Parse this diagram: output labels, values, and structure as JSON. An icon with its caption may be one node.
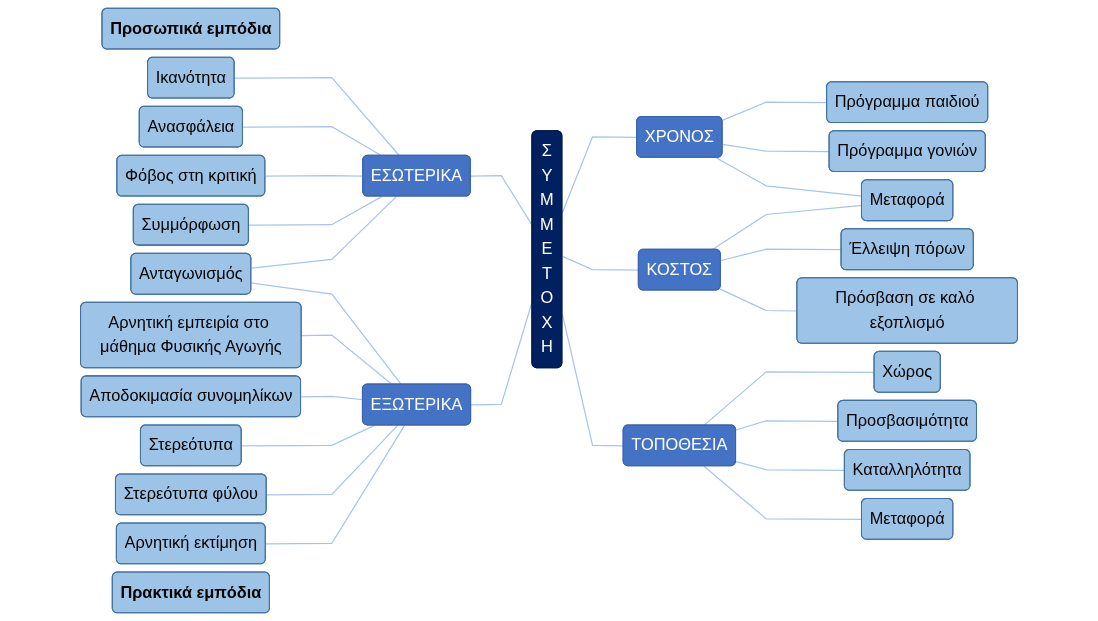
{
  "diagram": {
    "nodes": [
      {
        "text": [
          "Προσωπικά εμπόδια"
        ]
      },
      {
        "text": [
          "Ικανότητα"
        ]
      },
      {
        "text": [
          "Ανασφάλεια"
        ]
      },
      {
        "text": [
          "Φόβος στη κριτική"
        ]
      },
      {
        "text": [
          "Συμμόρφωση"
        ]
      },
      {
        "text": [
          "Ανταγωνισμός"
        ]
      },
      {
        "text": [
          "Αρνητική εμπειρία στο μάθημα Φυσικής Αγωγής"
        ]
      },
      {
        "text": [
          "Αποδοκιμασία συνομηλίκων"
        ]
      },
      {
        "text": [
          "Στερεότυπα"
        ]
      },
      {
        "text": [
          "Στερεότυπα φύλου"
        ]
      },
      {
        "text": [
          "Αρνητική εκτίμηση"
        ]
      },
      {
        "text": [
          "ΕΣΩΤΕΡΙΚΑ"
        ]
      },
      {
        "text": [
          "ΕΞΩΤΕΡΙΚΑ"
        ]
      },
      {
        "text": [
          "Σ Υ Μ Μ Ε Τ Ο Χ Η"
        ]
      },
      {
        "text": [
          "ΧΡΟΝΟΣ"
        ]
      },
      {
        "text": [
          "ΚΟΣΤΟΣ"
        ]
      },
      {
        "text": [
          "ΤΟΠΟΘΕΣΙΑ"
        ]
      },
      {
        "text": [
          "Πρακτικά εμπόδια"
        ]
      },
      {
        "text": [
          "Πρόγραμμα παιδιού"
        ]
      },
      {
        "text": [
          "Πρόγραμμα γονιών"
        ]
      },
      {
        "text": [
          "Μεταφορά"
        ]
      },
      {
        "text": [
          "Έλλειψη πόρων"
        ]
      },
      {
        "text": [
          "Πρόσβαση σε καλό εξοπλισμό"
        ]
      },
      {
        "text": [
          "Χώρος"
        ]
      },
      {
        "text": [
          "Προσβασιμότητα"
        ]
      },
      {
        "text": [
          "Καταλληλότητα"
        ]
      },
      {
        "text": [
          "Μεταφορά"
        ]
      }
    ],
    "edges": [
      {
        "from": 1,
        "to": 11,
        "arrow": "none"
      },
      {
        "from": 2,
        "to": 11,
        "arrow": "none"
      },
      {
        "from": 3,
        "to": 11,
        "arrow": "none"
      },
      {
        "from": 4,
        "to": 11,
        "arrow": "none"
      },
      {
        "from": 5,
        "to": 11,
        "arrow": "none"
      },
      {
        "from": 5,
        "to": 12,
        "arrow": "none"
      },
      {
        "from": 6,
        "to": 12,
        "arrow": "none"
      },
      {
        "from": 7,
        "to": 12,
        "arrow": "none"
      },
      {
        "from": 8,
        "to": 12,
        "arrow": "none"
      },
      {
        "from": 9,
        "to": 12,
        "arrow": "none"
      },
      {
        "from": 10,
        "to": 12,
        "arrow": "none"
      },
      {
        "from": 11,
        "to": 13,
        "arrow": "none"
      },
      {
        "from": 12,
        "to": 13,
        "arrow": "none"
      },
      {
        "from": 13,
        "to": 14,
        "arrow": "none"
      },
      {
        "from": 13,
        "to": 15,
        "arrow": "none"
      },
      {
        "from": 13,
        "to": 16,
        "arrow": "none"
      },
      {
        "from": 14,
        "to": 18,
        "arrow": "none"
      },
      {
        "from": 14,
        "to": 19,
        "arrow": "none"
      },
      {
        "from": 14,
        "to": 20,
        "arrow": "none"
      },
      {
        "from": 15,
        "to": 20,
        "arrow": "none"
      },
      {
        "from": 15,
        "to": 21,
        "arrow": "none"
      },
      {
        "from": 15,
        "to": 22,
        "arrow": "none"
      },
      {
        "from": 16,
        "to": 23,
        "arrow": "none"
      },
      {
        "from": 16,
        "to": 24,
        "arrow": "none"
      },
      {
        "from": 16,
        "to": 25,
        "arrow": "none"
      },
      {
        "from": 16,
        "to": 26,
        "arrow": "none"
      }
    ]
  }
}
